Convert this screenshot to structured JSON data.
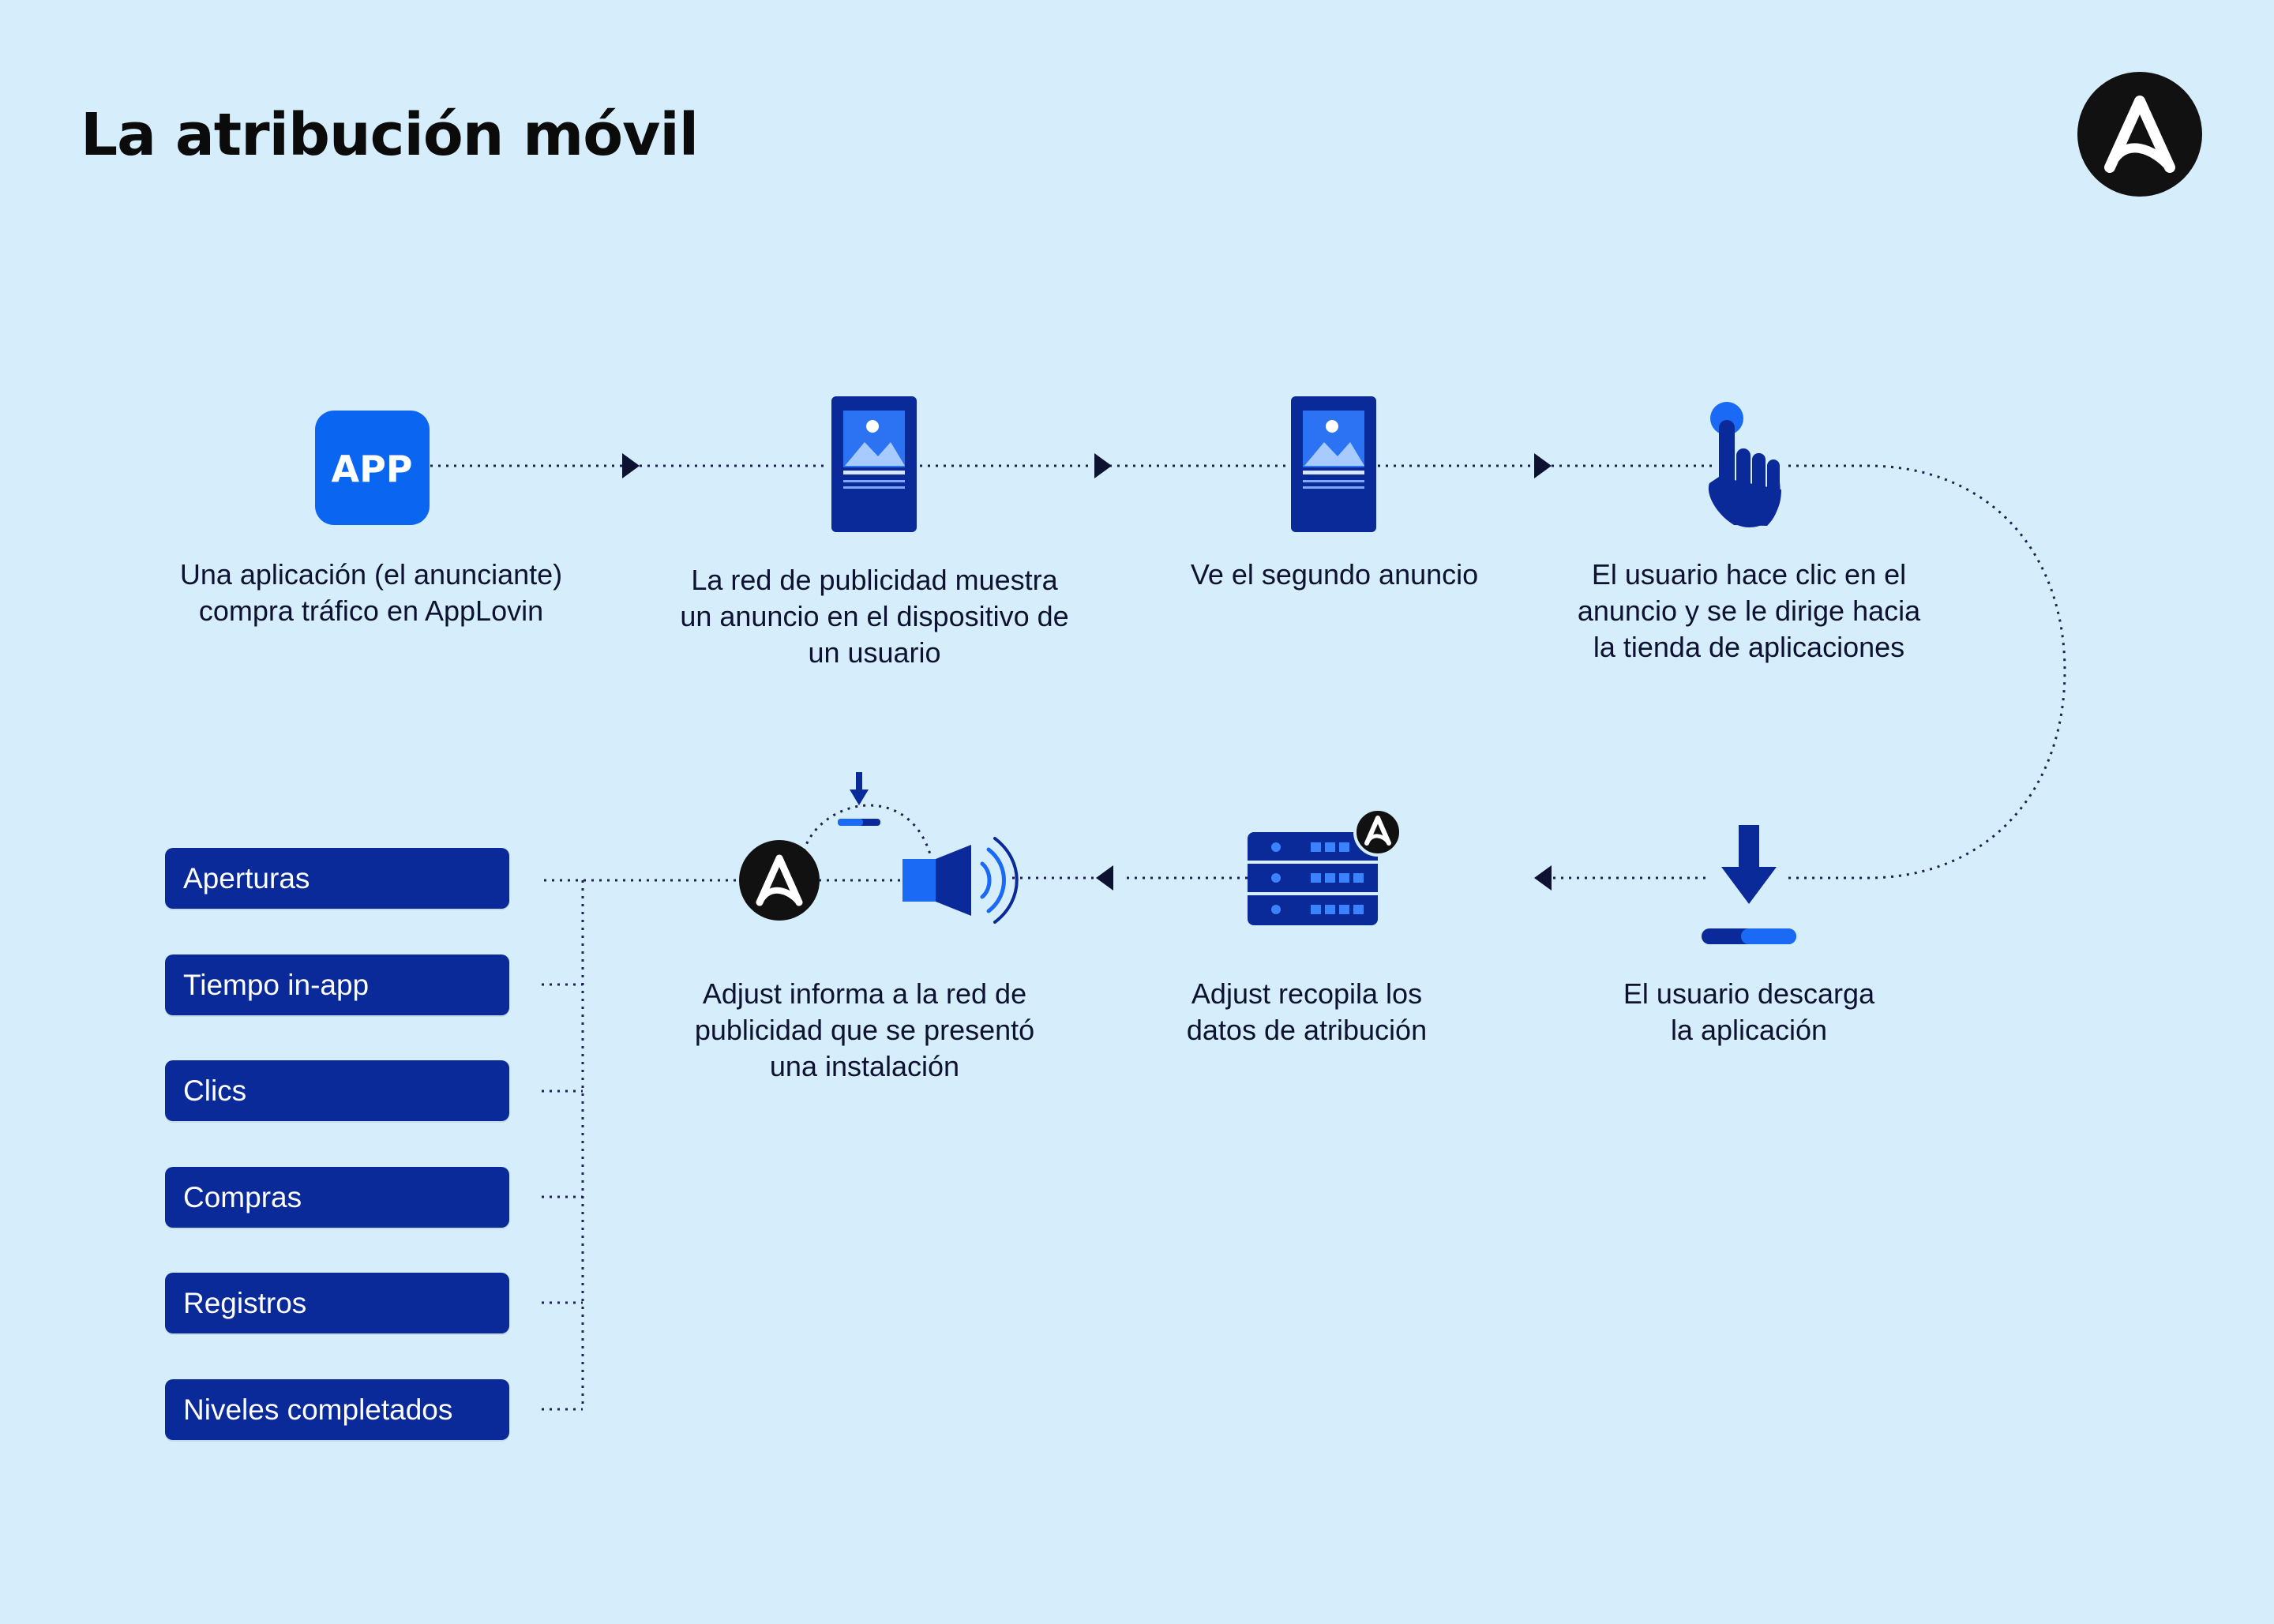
{
  "title": "La atribución móvil",
  "icons": {
    "app_icon_text": "APP"
  },
  "steps": [
    {
      "icon": "app-icon",
      "label": "Una aplicación (el anunciante)\ncompra tráfico en AppLovin"
    },
    {
      "icon": "phone-ad-icon",
      "label": "La red de publicidad muestra\nun anuncio en el dispositivo de\nun usuario"
    },
    {
      "icon": "phone-ad-icon",
      "label": "Ve el segundo anuncio"
    },
    {
      "icon": "tap-hand-icon",
      "label": "El usuario hace clic en el\nanuncio y se le dirige hacia\nla tienda de aplicaciones"
    },
    {
      "icon": "download-icon",
      "label": "El usuario descarga\nla aplicación"
    },
    {
      "icon": "server-icon",
      "label": "Adjust recopila los\ndatos de atribución"
    },
    {
      "icon": "megaphone-icon",
      "label": "Adjust informa a la red de\npublicidad que se presentó\nuna instalación"
    }
  ],
  "metrics": [
    "Aperturas",
    "Tiempo in-app",
    "Clics",
    "Compras",
    "Registros",
    "Niveles completados"
  ],
  "colors": {
    "background": "#d6edfb",
    "navy": "#0a2a9a",
    "blue": "#0a66f0",
    "dark": "#0d1230",
    "logo": "#111111"
  }
}
